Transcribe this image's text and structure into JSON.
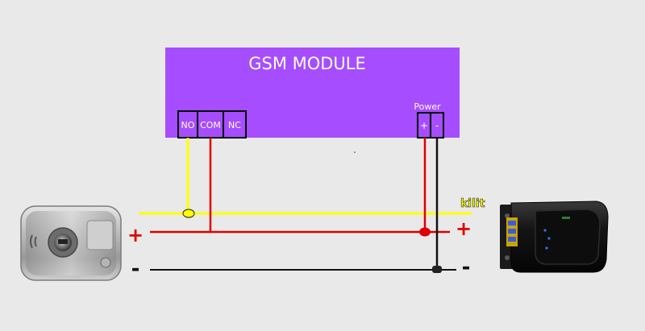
{
  "module": {
    "title": "GSM MODULE",
    "color": "#a64dff",
    "terminals": {
      "no": "NO",
      "com": "COM",
      "nc": "NC"
    },
    "power": {
      "label": "Power",
      "plus": "+",
      "minus": "-"
    }
  },
  "wires": {
    "yellow": "#ffff00",
    "red": "#e00000",
    "black": "#111111"
  },
  "labels": {
    "left_plus": "+",
    "left_minus": "-",
    "right_plus": "+",
    "right_minus": "-",
    "lock": "kilit"
  },
  "devices": {
    "left": "door-reader-device",
    "right": "lock-controller-device"
  }
}
